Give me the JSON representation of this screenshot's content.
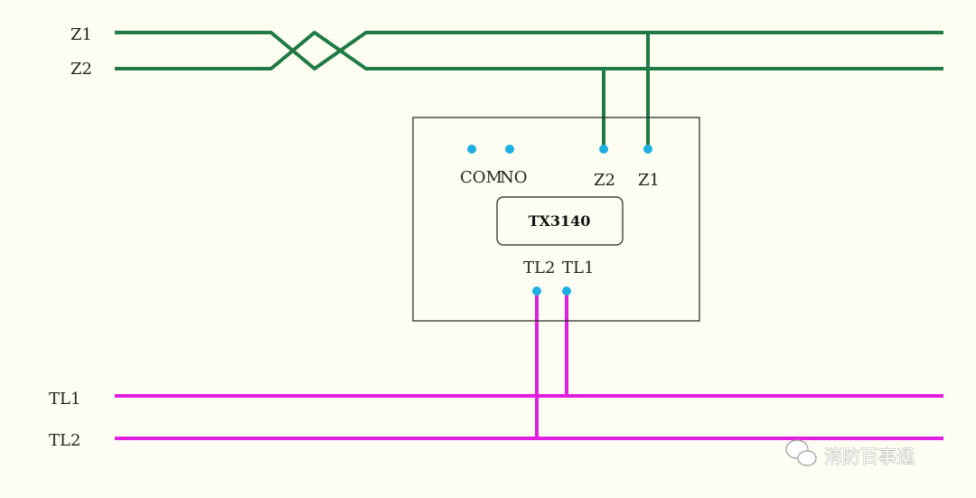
{
  "colors": {
    "background": "#fdfdf1",
    "bus_z": "#1f7a45",
    "bus_tl": "#e21fe0",
    "terminal": "#1eaee6",
    "outline": "#222222"
  },
  "bus_left": {
    "z1": "Z1",
    "z2": "Z2",
    "tl1": "TL1",
    "tl2": "TL2"
  },
  "module": {
    "model": "TX3140",
    "terminals_top": {
      "com": "COM",
      "no": "NO",
      "z2": "Z2",
      "z1": "Z1"
    },
    "terminals_bottom": {
      "tl2": "TL2",
      "tl1": "TL1"
    }
  },
  "watermark": {
    "text": "消防百事通",
    "icon": "wechat-icon"
  }
}
